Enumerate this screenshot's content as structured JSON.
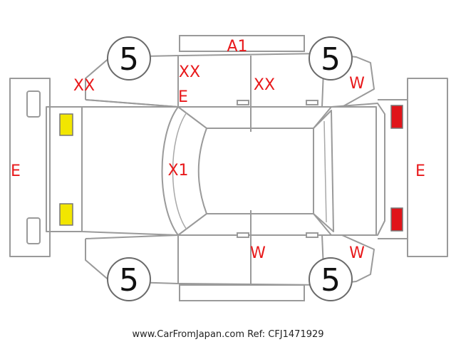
{
  "tire_tread": {
    "front_left": "5",
    "front_right": "5",
    "rear_left": "5",
    "rear_right": "5"
  },
  "damage_codes": {
    "roof_front": "A1",
    "left_front_fender": "XX",
    "left_front_door": "XX",
    "left_front_door_lower": "E",
    "left_rear_door": "XX",
    "left_rear_fender": "W",
    "front_bumper": "E",
    "hood": "X1",
    "rear_bumper": "E",
    "right_rear_door": "W",
    "right_rear_fender": "W"
  },
  "colors": {
    "mark": "#e8191b",
    "headlight": "#f2e600",
    "taillight": "#e0141a",
    "outline": "#9a9a9a"
  },
  "footer": {
    "source": "www.CarFromJapan.com Ref: CFJ1471929"
  }
}
